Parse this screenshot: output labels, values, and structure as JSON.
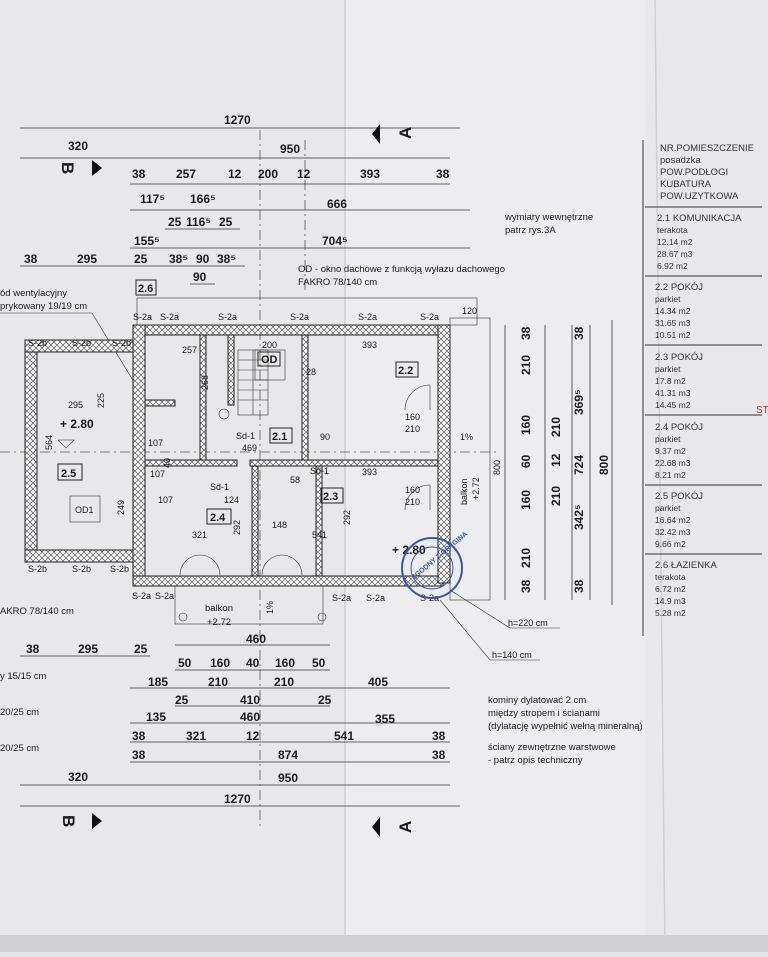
{
  "section_markers": {
    "b": "B",
    "a": "A"
  },
  "dims": {
    "top_total": "1270",
    "top_320": "320",
    "top_950": "950",
    "row1": [
      "38",
      "257",
      "12",
      "200",
      "12",
      "393",
      "38"
    ],
    "row2": [
      "117⁵",
      "166⁵",
      "666"
    ],
    "row3": [
      "25",
      "116⁵",
      "25"
    ],
    "row4": [
      "155⁵",
      "704⁵"
    ],
    "row5": [
      "38",
      "295",
      "25",
      "38⁵",
      "90",
      "38⁵"
    ],
    "row6": [
      "90"
    ],
    "right": [
      "38",
      "210",
      "160",
      "60",
      "12",
      "160",
      "210",
      "38",
      "369⁵",
      "210",
      "210",
      "342⁵",
      "800",
      "724",
      "800",
      "120"
    ],
    "bottom1": [
      "38",
      "295",
      "25",
      "460"
    ],
    "bottom2": [
      "50",
      "160",
      "40",
      "160",
      "50"
    ],
    "bottom3": [
      "185",
      "210",
      "210",
      "405"
    ],
    "bottom4": [
      "25",
      "410",
      "25"
    ],
    "bottom5": [
      "135",
      "460",
      "355"
    ],
    "bottom6": [
      "38",
      "321",
      "12",
      "541",
      "38"
    ],
    "bottom7": [
      "38",
      "874",
      "38"
    ],
    "bottom8": [
      "320",
      "950"
    ],
    "bottom_total": "1270"
  },
  "plan": {
    "rooms": [
      "2.6",
      "OD",
      "2.1",
      "2.2",
      "2.5",
      "2.3",
      "2.4",
      "OD1"
    ],
    "wall_types": [
      "S-2a",
      "S-2b",
      "Sd-1"
    ],
    "levels": [
      "+ 2.80",
      "+ 2.80",
      "+2.72",
      "+2.72"
    ],
    "balcony": "balkon",
    "slope": "1%",
    "heights": [
      "h=220 cm",
      "h=140 cm"
    ],
    "inner_dims": [
      "257",
      "200",
      "393",
      "268",
      "295",
      "225",
      "564",
      "249",
      "107",
      "124",
      "292",
      "148",
      "321",
      "541",
      "160",
      "210",
      "40",
      "90",
      "107",
      "469",
      "393",
      "28",
      "58"
    ]
  },
  "notes": {
    "ventilation": [
      "ód wentylacyjny",
      "prykowany 19/19 cm"
    ],
    "internal_dims": [
      "wymiary wewnętrzne",
      "patrz rys.3A"
    ],
    "roof_window": [
      "OD - okno dachowe z funkcją wyłazu dachowego",
      "FAKRO 78/140 cm"
    ],
    "left_fakro": "AKRO 78/140 cm",
    "left_lines": [
      "y 15/15 cm",
      "20/25 cm",
      "20/25 cm"
    ],
    "chimney": [
      "kominy dylatować 2 cm",
      "między stropem i ścianami",
      "(dylatację wypełnić wełną mineralną)"
    ],
    "walls": [
      "ściany zewnętrzne warstwowe",
      "- patrz opis techniczny"
    ],
    "stamp": "ZGODNY Z ORYGINAŁEM"
  },
  "room_table": {
    "header": [
      "NR.POMIESZCZENIE",
      "posadzka",
      "POW.PODŁOGI",
      "KUBATURA",
      "POW.UZYTKOWA"
    ],
    "rows": [
      [
        "2.1 KOMUNIKACJA",
        "terakota",
        "12.14 m2",
        "28.67 m3",
        "6.92 m2"
      ],
      [
        "2.2 POKÓJ",
        "parkiet",
        "14.34 m2",
        "31.65 m3",
        "10.51 m2"
      ],
      [
        "2.3 POKÓJ",
        "parkiet",
        "17.8 m2",
        "41.31 m3",
        "14.45 m2"
      ],
      [
        "2.4 POKÓJ",
        "parkiet",
        "9.37 m2",
        "22.68 m3",
        "8.21 m2"
      ],
      [
        "2.5 POKÓJ",
        "parkiet",
        "16.64 m2",
        "32.42 m3",
        "9.66 m2"
      ],
      [
        "2.6 ŁAZIENKA",
        "terakota",
        "6.72 m2",
        "14.9 m3",
        "5.28 m2"
      ]
    ],
    "edge_mark": "ST"
  }
}
